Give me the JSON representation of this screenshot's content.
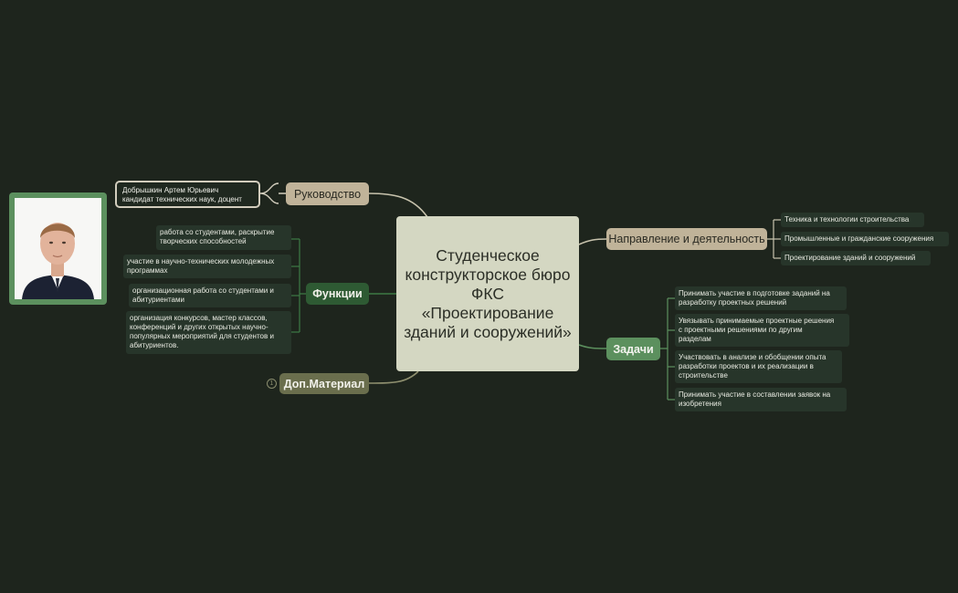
{
  "central": {
    "title": "Студенческое конструкторское бюро ФКС «Проектирование зданий и сооружений»"
  },
  "branches": {
    "rukovodstvo": "Руководство",
    "napravlenie": "Направление и деятельность",
    "funkcii": "Функции",
    "zadachi": "Задачи",
    "dop_material": "Доп.Материал"
  },
  "rukovodstvo": {
    "lead": "Добрышкин Артем Юрьевич\nкандидат технических наук, доцент"
  },
  "funkcii": {
    "items": [
      "работа со студентами, раскрытие\nтворческих способностей",
      "участие в научно-технических молодежных\nпрограммах",
      "организационная работа со студентами и\nабитуриентами",
      "организация конкурсов, мастер классов,\nконференций и других открытых научно-\nпопулярных мероприятий для студентов и\nабитуриентов."
    ]
  },
  "napravlenie": {
    "items": [
      "Техника и технологии строительства",
      "Промышленные и гражданские сооружения",
      "Проектирование зданий и сооружений"
    ]
  },
  "zadachi": {
    "items": [
      "Принимать участие в подготовке заданий на\nразработку проектных решений",
      "Увязывать принимаемые проектные решения\nс проектными решениями по другим\nразделам",
      "Участвовать в анализе и обобщении опыта\nразработки проектов и их реализации в\nстроительстве",
      "Принимать участие в составлении заявок на\nизобретения"
    ]
  },
  "dop_material": {
    "collapse_count": "1"
  },
  "colors": {
    "background": "#1e251d",
    "central": "#d4d7c2",
    "tan_branch": "#c0b399",
    "dark_green_branch": "#2e5a33",
    "mid_green_branch": "#5c905e",
    "olive_branch": "#6a6e4d",
    "leaf": "#27352a",
    "connector": "#c8c3ad"
  },
  "icons": {
    "photo": "portrait-photo",
    "collapse": "collapse-toggle-icon"
  }
}
